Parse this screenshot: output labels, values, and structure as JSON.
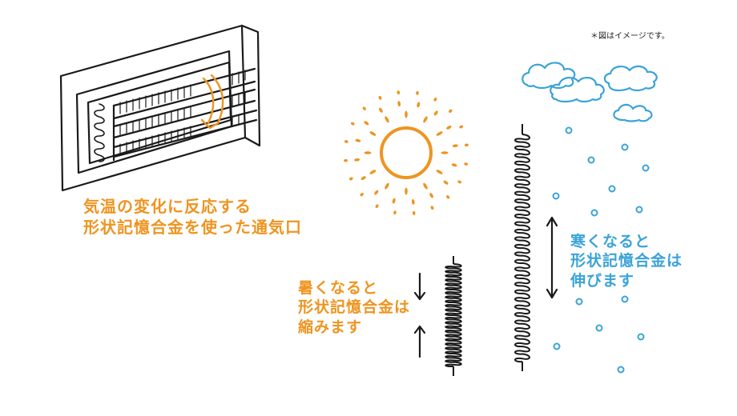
{
  "note": "＊図はイメージです。",
  "vent_caption": {
    "line1": "気温の変化に反応する",
    "line2": "形状記憶合金を使った通気口"
  },
  "hot_caption": {
    "line1": "暑くなると",
    "line2": "形状記憶合金は",
    "line3": "縮みます"
  },
  "cold_caption": {
    "line1": "寒くなると",
    "line2": "形状記憶合金は",
    "line3": "伸びます"
  },
  "colors": {
    "orange": "#ee9420",
    "blue": "#3aa3d8",
    "ink": "#1a1a1a"
  },
  "icons": [
    "vent-illustration",
    "sun-icon",
    "cloud-icon",
    "snow-icon",
    "compressed-spring",
    "stretched-spring",
    "arrow-icon"
  ]
}
